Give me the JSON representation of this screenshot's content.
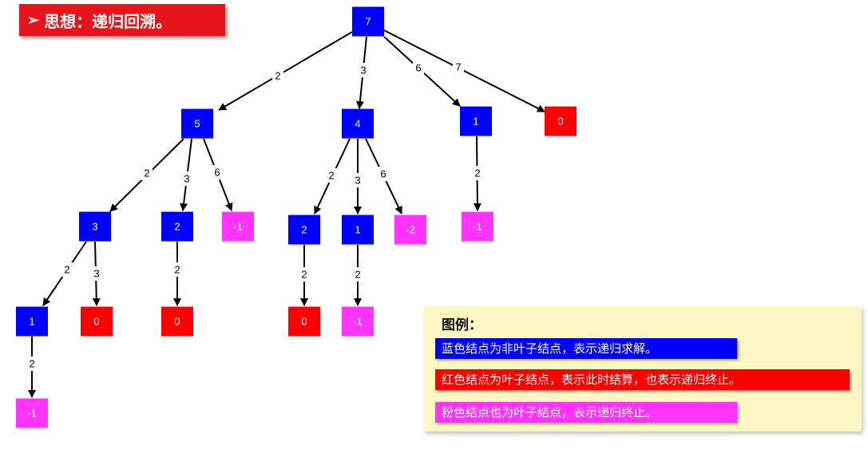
{
  "header": {
    "marker": "➢",
    "title": "思想：递归回溯。"
  },
  "legend": {
    "title": "图例：",
    "items": [
      {
        "label": "蓝色结点为非叶子结点，表示递归求解。",
        "color": "#0000ff"
      },
      {
        "label": "红色结点为叶子结点，表示此时结算，也表示递归终止。",
        "color": "#ff0000"
      },
      {
        "label": "粉色结点也为叶子结点，表示递归终止。",
        "color": "#ff33ff"
      }
    ]
  },
  "colors": {
    "blue": "#0000ff",
    "red": "#ff0000",
    "pink": "#ff33ff",
    "edge": "#000000"
  },
  "tree": {
    "nodes": [
      {
        "id": "n7",
        "label": "7",
        "type": "blue"
      },
      {
        "id": "n5",
        "label": "5",
        "type": "blue"
      },
      {
        "id": "n4",
        "label": "4",
        "type": "blue"
      },
      {
        "id": "n1a",
        "label": "1",
        "type": "blue"
      },
      {
        "id": "n0a",
        "label": "0",
        "type": "red"
      },
      {
        "id": "n3",
        "label": "3",
        "type": "blue"
      },
      {
        "id": "n2a",
        "label": "2",
        "type": "blue"
      },
      {
        "id": "nm1a",
        "label": "-1",
        "type": "pink"
      },
      {
        "id": "n2b",
        "label": "2",
        "type": "blue"
      },
      {
        "id": "n1b",
        "label": "1",
        "type": "blue"
      },
      {
        "id": "nm2",
        "label": "-2",
        "type": "pink"
      },
      {
        "id": "nm1b",
        "label": "-1",
        "type": "pink"
      },
      {
        "id": "n1c",
        "label": "1",
        "type": "blue"
      },
      {
        "id": "n0b",
        "label": "0",
        "type": "red"
      },
      {
        "id": "n0c",
        "label": "0",
        "type": "red"
      },
      {
        "id": "n0d",
        "label": "0",
        "type": "red"
      },
      {
        "id": "nm1c",
        "label": "-1",
        "type": "pink"
      },
      {
        "id": "nm1d",
        "label": "-1",
        "type": "pink"
      }
    ],
    "edges": [
      {
        "from": "n7",
        "to": "n5",
        "label": "2"
      },
      {
        "from": "n7",
        "to": "n4",
        "label": "3"
      },
      {
        "from": "n7",
        "to": "n1a",
        "label": "6"
      },
      {
        "from": "n7",
        "to": "n0a",
        "label": "7"
      },
      {
        "from": "n5",
        "to": "n3",
        "label": "2"
      },
      {
        "from": "n5",
        "to": "n2a",
        "label": "3"
      },
      {
        "from": "n5",
        "to": "nm1a",
        "label": "6"
      },
      {
        "from": "n4",
        "to": "n2b",
        "label": "2"
      },
      {
        "from": "n4",
        "to": "n1b",
        "label": "3"
      },
      {
        "from": "n4",
        "to": "nm2",
        "label": "6"
      },
      {
        "from": "n1a",
        "to": "nm1b",
        "label": "2"
      },
      {
        "from": "n3",
        "to": "n1c",
        "label": "2"
      },
      {
        "from": "n3",
        "to": "n0b",
        "label": "3"
      },
      {
        "from": "n2a",
        "to": "n0c",
        "label": "2"
      },
      {
        "from": "n2b",
        "to": "n0d",
        "label": "2"
      },
      {
        "from": "n1b",
        "to": "nm1c",
        "label": "2"
      },
      {
        "from": "n1c",
        "to": "nm1d",
        "label": "2"
      }
    ]
  }
}
